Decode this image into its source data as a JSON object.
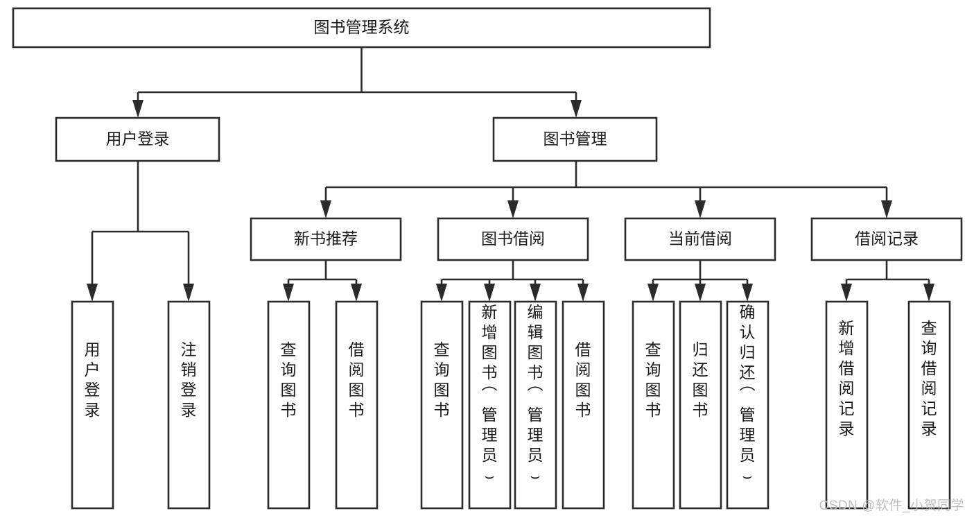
{
  "diagram": {
    "type": "tree",
    "title": "图书管理系统",
    "orientation": "top-down",
    "watermark": "CSDN @软件_小贺同学",
    "colors": {
      "background": "#ffffff",
      "node_fill": "#ffffff",
      "node_stroke": "#2b2b2b",
      "text": "#1b1b1b",
      "watermark": "#bfbfbf"
    },
    "levels": {
      "root": {
        "label": "图书管理系统"
      },
      "level2": [
        {
          "label": "用户登录"
        },
        {
          "label": "图书管理"
        }
      ],
      "level3": [
        {
          "label": "新书推荐"
        },
        {
          "label": "图书借阅"
        },
        {
          "label": "当前借阅"
        },
        {
          "label": "借阅记录"
        }
      ],
      "leaves_user_login": [
        {
          "label": "用户登录"
        },
        {
          "label": "注销登录"
        }
      ],
      "leaves_new_book": [
        {
          "label": "查询图书"
        },
        {
          "label": "借阅图书"
        }
      ],
      "leaves_borrow": [
        {
          "label": "查询图书"
        },
        {
          "label": "新增图书（管理员）"
        },
        {
          "label": "编辑图书（管理员）"
        },
        {
          "label": "借阅图书"
        }
      ],
      "leaves_current": [
        {
          "label": "查询图书"
        },
        {
          "label": "归还图书"
        },
        {
          "label": "确认归还（管理员）"
        }
      ],
      "leaves_record": [
        {
          "label": "新增借阅记录"
        },
        {
          "label": "查询借阅记录"
        }
      ]
    },
    "edges": [
      {
        "from": "图书管理系统",
        "to": "用户登录"
      },
      {
        "from": "图书管理系统",
        "to": "图书管理"
      },
      {
        "from": "用户登录",
        "to": "用户登录"
      },
      {
        "from": "用户登录",
        "to": "注销登录"
      },
      {
        "from": "图书管理",
        "to": "新书推荐"
      },
      {
        "from": "图书管理",
        "to": "图书借阅"
      },
      {
        "from": "图书管理",
        "to": "当前借阅"
      },
      {
        "from": "图书管理",
        "to": "借阅记录"
      },
      {
        "from": "新书推荐",
        "to": "查询图书"
      },
      {
        "from": "新书推荐",
        "to": "借阅图书"
      },
      {
        "from": "图书借阅",
        "to": "查询图书"
      },
      {
        "from": "图书借阅",
        "to": "新增图书（管理员）"
      },
      {
        "from": "图书借阅",
        "to": "编辑图书（管理员）"
      },
      {
        "from": "图书借阅",
        "to": "借阅图书"
      },
      {
        "from": "当前借阅",
        "to": "查询图书"
      },
      {
        "from": "当前借阅",
        "to": "归还图书"
      },
      {
        "from": "当前借阅",
        "to": "确认归还（管理员）"
      },
      {
        "from": "借阅记录",
        "to": "新增借阅记录"
      },
      {
        "from": "借阅记录",
        "to": "查询借阅记录"
      }
    ]
  }
}
